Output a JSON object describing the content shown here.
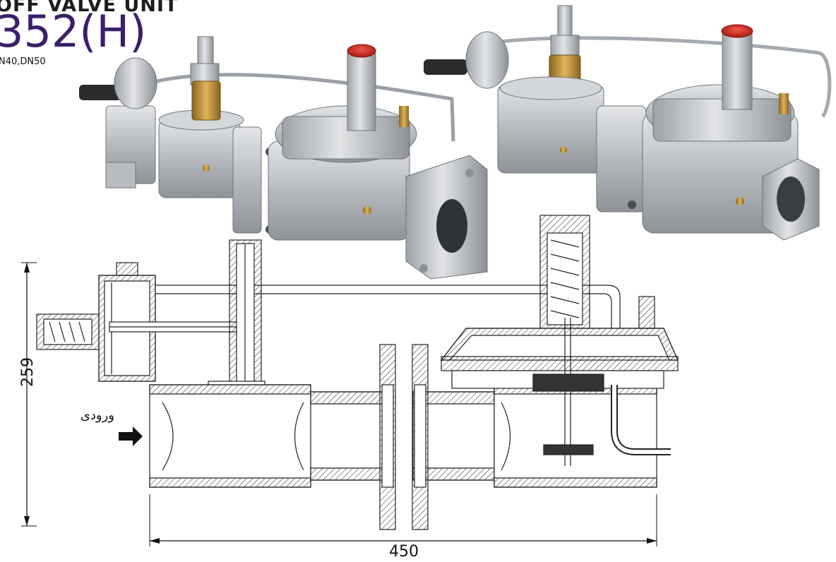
{
  "header": {
    "title": "OFF VALVE UNIT",
    "model": "352(H)",
    "sizes": "N40,DN50"
  },
  "drawing": {
    "inlet_label": "ورودی",
    "height_dimension": "259",
    "length_dimension": "450"
  },
  "colors": {
    "model_text": "#3b1f6b",
    "cap_red": "#d62a1e",
    "brass": "#c99a3a",
    "aluminium": "#b9bdc2"
  },
  "photos": [
    {
      "name": "assembly-flanged"
    },
    {
      "name": "assembly-threaded"
    }
  ]
}
